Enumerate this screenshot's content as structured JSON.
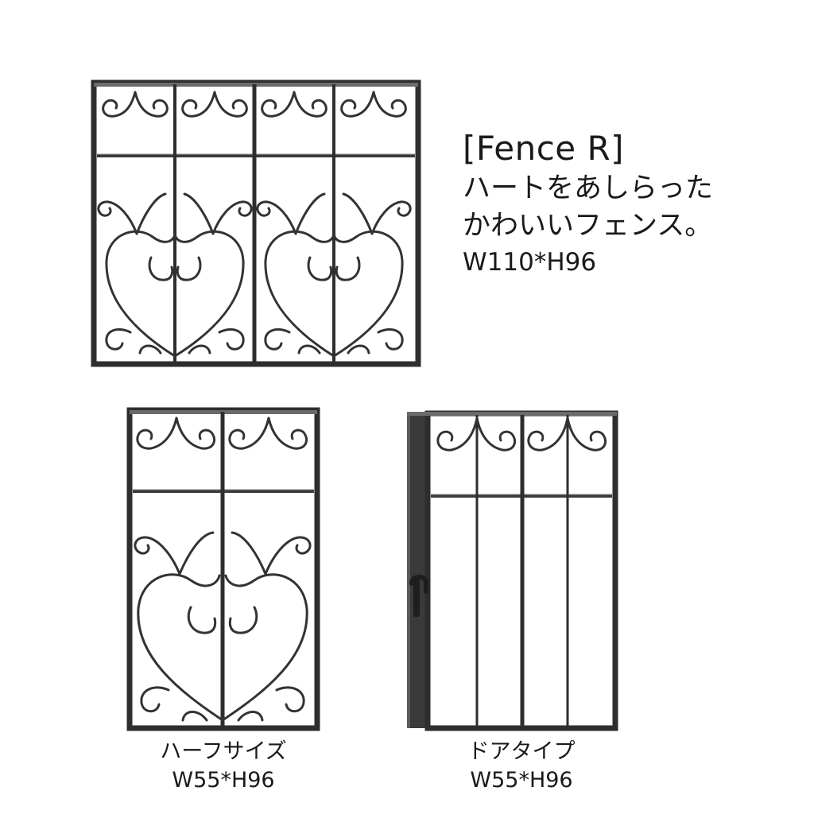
{
  "title": "[Fence R]",
  "description_lines": [
    "ハートをあしらった",
    "かわいいフェンス。"
  ],
  "size": "W110*H96",
  "variants": [
    {
      "name": "ハーフサイズ",
      "size": "W55*H96"
    },
    {
      "name": "ドアタイプ",
      "size": "W55*H96"
    }
  ],
  "colors": {
    "frame": "#2e2e2e",
    "frame_highlight": "#7a7a7a",
    "door_stile": "#3a3a3a",
    "text": "#1a1a1a",
    "background": "#ffffff"
  },
  "icons": {
    "door_handle": "door-handle-icon"
  }
}
